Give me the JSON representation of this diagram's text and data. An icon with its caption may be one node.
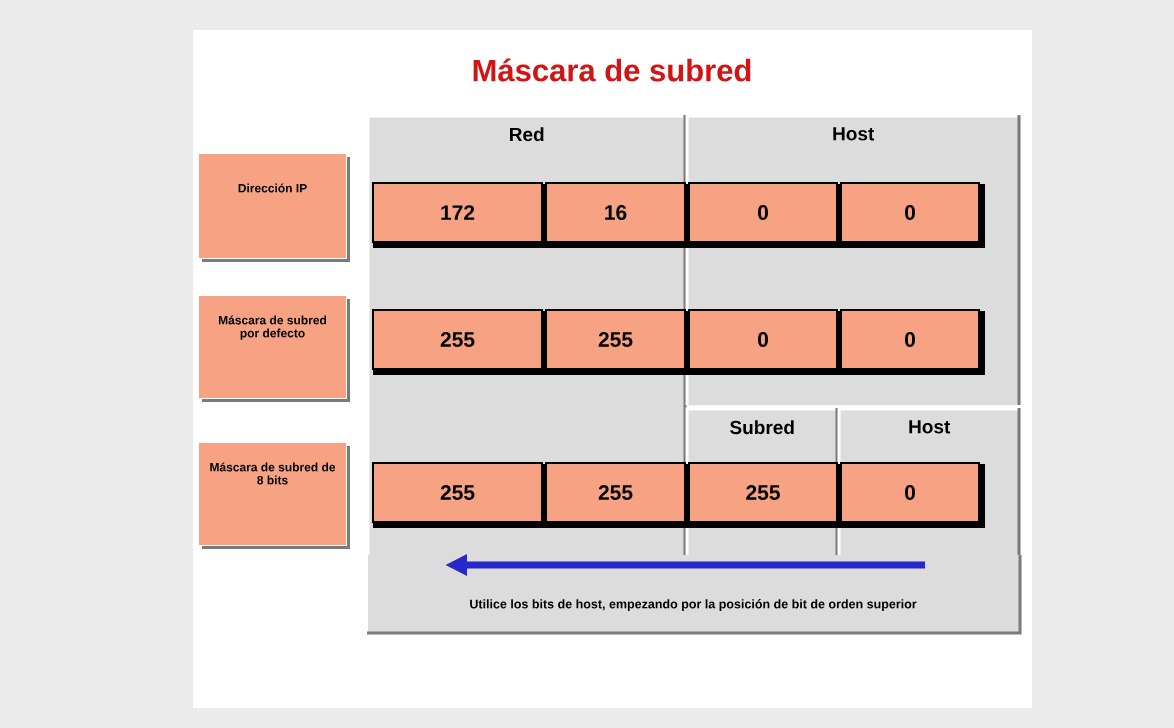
{
  "diagram": {
    "title": "Máscara de subred",
    "nodes": [
      {
        "text": [
          "Red"
        ]
      },
      {
        "text": [
          "Host"
        ]
      },
      {
        "text": [
          "Subred"
        ]
      },
      {
        "text": [
          "Host"
        ]
      },
      {
        "text": [
          "Dirección IP"
        ]
      },
      {
        "text": [
          "172"
        ],
        "in": 0
      },
      {
        "text": [
          "16"
        ],
        "in": 0
      },
      {
        "text": [
          "0"
        ],
        "in": 1
      },
      {
        "text": [
          "0"
        ],
        "in": 1
      },
      {
        "text": [
          "Máscara de subred por defecto"
        ]
      },
      {
        "text": [
          "255"
        ],
        "in": 0
      },
      {
        "text": [
          "255"
        ],
        "in": 0
      },
      {
        "text": [
          "0"
        ],
        "in": 1
      },
      {
        "text": [
          "0"
        ],
        "in": 1
      },
      {
        "text": [
          "Máscara de subred de 8 bits"
        ]
      },
      {
        "text": [
          "255"
        ],
        "in": 0
      },
      {
        "text": [
          "255"
        ],
        "in": 0
      },
      {
        "text": [
          "255"
        ],
        "in": 2
      },
      {
        "text": [
          "0"
        ],
        "in": 3
      }
    ],
    "labels": [
      "Utilice los bits de host, empezando por la posición de bit de orden superior"
    ]
  }
}
